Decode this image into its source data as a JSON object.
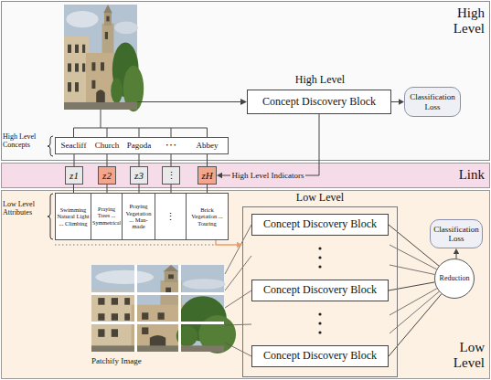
{
  "diagram": {
    "nodes": [
      {
        "text": [
          "High Level"
        ]
      },
      {
        "text": [
          "High Level",
          "Concept Discovery Block"
        ],
        "in": 0
      },
      {
        "text": [
          "Classification Loss"
        ],
        "in": 0
      },
      {
        "text": [
          "High Level Concepts"
        ],
        "in": 0
      },
      {
        "text": [
          "Seacliff"
        ],
        "in": 3
      },
      {
        "text": [
          "Church"
        ],
        "in": 3
      },
      {
        "text": [
          "Pagoda"
        ],
        "in": 3
      },
      {
        "text": [
          "• • •"
        ],
        "in": 3
      },
      {
        "text": [
          "Abbey"
        ],
        "in": 3
      },
      {
        "text": [
          "Link"
        ]
      },
      {
        "text": [
          "z1"
        ],
        "in": 9
      },
      {
        "text": [
          "z2"
        ],
        "in": 9
      },
      {
        "text": [
          "z3"
        ],
        "in": 9
      },
      {
        "text": [
          "⋮"
        ],
        "in": 9
      },
      {
        "text": [
          "zH"
        ],
        "in": 9
      },
      {
        "text": [
          "Low Level"
        ]
      },
      {
        "text": [
          "Low Level Attributes"
        ],
        "in": 15
      },
      {
        "text": [
          "Swimming Natural Light ... Climbing"
        ],
        "in": 16
      },
      {
        "text": [
          "Praying Trees ... Symmetrical"
        ],
        "in": 16
      },
      {
        "text": [
          "Praying Vegetation ... Man-made"
        ],
        "in": 16
      },
      {
        "text": [
          "⋮"
        ],
        "in": 16
      },
      {
        "text": [
          "Brick Vegetation ... Touring"
        ],
        "in": 16
      },
      {
        "text": [
          "Low Level"
        ],
        "in": 15
      },
      {
        "text": [
          "Concept Discovery Block"
        ],
        "in": 22
      },
      {
        "text": [
          "Concept Discovery Block"
        ],
        "in": 22
      },
      {
        "text": [
          "Concept Discovery Block"
        ],
        "in": 22
      },
      {
        "text": [
          "Reduction"
        ],
        "in": 15
      },
      {
        "text": [
          "Classification Loss"
        ],
        "in": 15
      }
    ],
    "edges": [
      {
        "from": 1,
        "to": 2,
        "arrow": "to"
      },
      {
        "from": 1,
        "to": 14,
        "arrow": "to",
        "label": "High Level Indicators"
      },
      {
        "from": 4,
        "to": 10,
        "arrow": "none"
      },
      {
        "from": 5,
        "to": 11,
        "arrow": "none"
      },
      {
        "from": 6,
        "to": 12,
        "arrow": "none"
      },
      {
        "from": 7,
        "to": 13,
        "arrow": "none"
      },
      {
        "from": 8,
        "to": 14,
        "arrow": "none"
      },
      {
        "from": 10,
        "to": 17,
        "arrow": "none"
      },
      {
        "from": 11,
        "to": 18,
        "arrow": "none"
      },
      {
        "from": 12,
        "to": 19,
        "arrow": "none"
      },
      {
        "from": 13,
        "to": 20,
        "arrow": "none"
      },
      {
        "from": 14,
        "to": 21,
        "arrow": "none"
      },
      {
        "from": 16,
        "to": 22,
        "arrow": "to"
      },
      {
        "from": 23,
        "to": 26,
        "arrow": "none"
      },
      {
        "from": 24,
        "to": 26,
        "arrow": "none"
      },
      {
        "from": 25,
        "to": 26,
        "arrow": "none"
      },
      {
        "from": 26,
        "to": 27,
        "arrow": "to"
      }
    ],
    "labels": [
      "Patchify Image"
    ]
  }
}
